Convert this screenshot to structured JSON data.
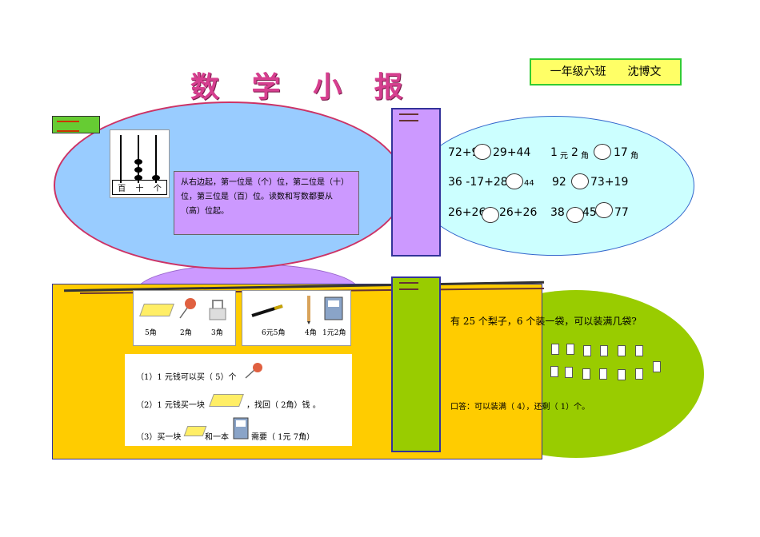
{
  "header": {
    "title": "数 学 小 报",
    "class_name": "一年级六班",
    "student_name": "沈博文"
  },
  "abacus": {
    "labels": [
      "百",
      "十",
      "个"
    ]
  },
  "place_value_note": "从右边起，第一位是（个）位，第二位是（十）位，第三位是（百）位。读数和写数都要从（高）位起。",
  "comparisons": {
    "row1": {
      "a": "72+9",
      "b": "29+44",
      "c1": "1",
      "c2": "元",
      "c3": "2",
      "c4": "角",
      "d": "17",
      "e": "角"
    },
    "row2": {
      "a": "36 -17+28",
      "b": "44",
      "c": "92",
      "d": "73+19"
    },
    "row3": {
      "a": "26+26",
      "b": "26+26",
      "c": "38",
      "d": "45",
      "e": "77"
    }
  },
  "shop": {
    "items_left": [
      {
        "icon": "eraser-icon",
        "price": "5角"
      },
      {
        "icon": "pushpin-icon",
        "price": "2角"
      },
      {
        "icon": "clip-icon",
        "price": "3角"
      }
    ],
    "items_right": [
      {
        "icon": "pen-icon",
        "price": "6元5角"
      },
      {
        "icon": "pencil-icon",
        "price": "4角"
      },
      {
        "icon": "notebook-icon",
        "price": "1元2角"
      }
    ]
  },
  "questions": {
    "q1_a": "（1）1 元钱可以买（   5）个",
    "q2_a": "（2）1 元钱买一块",
    "q2_b": "，找回（ 2角）钱 。",
    "q3_a": "（3）买一块",
    "q3_b": "和一本",
    "q3_c": "需要（ 1元  7角）"
  },
  "pears": {
    "question": "有 25 个梨子，6 个装一袋，可以装满几袋?",
    "answer": "口答：可以装满（    4），还剩（ 1）个。"
  },
  "colors": {
    "title": "#d63f8f",
    "blue_ellipse": "#99ccff",
    "cyan_ellipse": "#ccffff",
    "purple": "#cc99ff",
    "yellow": "#ffcc00",
    "green": "#99cc00"
  }
}
